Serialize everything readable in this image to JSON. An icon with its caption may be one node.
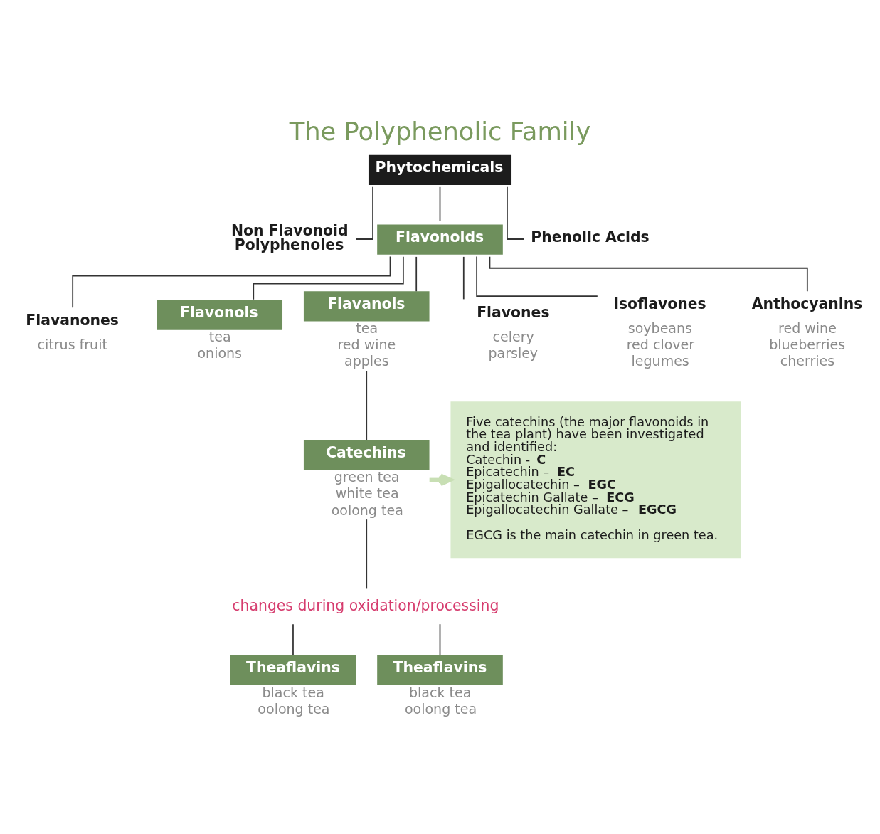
{
  "diagram": {
    "title": "The Polyphenolic Family",
    "nodes": [
      {
        "text": [
          "Phytochemicals"
        ]
      },
      {
        "text": [
          "Non Flavonoid Polyphenoles"
        ]
      },
      {
        "text": [
          "Flavonoids"
        ]
      },
      {
        "text": [
          "Phenolic Acids"
        ]
      },
      {
        "text": [
          "Flavanones"
        ],
        "beside": [
          "citrus fruit"
        ]
      },
      {
        "text": [
          "Flavonols"
        ],
        "beside": [
          "tea",
          "onions"
        ]
      },
      {
        "text": [
          "Flavanols"
        ],
        "beside": [
          "tea",
          "red wine",
          "apples"
        ]
      },
      {
        "text": [
          "Flavones"
        ],
        "beside": [
          "celery",
          "parsley"
        ]
      },
      {
        "text": [
          "Isoflavones"
        ],
        "beside": [
          "soybeans",
          "red clover",
          "legumes"
        ]
      },
      {
        "text": [
          "Anthocyanins"
        ],
        "beside": [
          "red wine",
          "blueberries",
          "cherries"
        ]
      },
      {
        "text": [
          "Catechins"
        ],
        "beside": [
          "green tea",
          "white tea",
          "oolong tea"
        ]
      },
      {
        "text": [
          "changes during oxidation/processing"
        ]
      },
      {
        "text": [
          "Theaflavins"
        ],
        "beside": [
          "black tea",
          "oolong tea"
        ]
      },
      {
        "text": [
          "Theaflavins"
        ],
        "beside": [
          "black tea",
          "oolong tea"
        ]
      },
      {
        "text": [
          "Five catechins (the major flavonoids in the tea plant) have been investigated and identified:",
          "Catechin - **C**",
          "Epicatechin – **EC**",
          "Epigallocatechin – **EGC**",
          "Epicatechin Gallate – **ECG**",
          "Epigallocatechin Gallate – **EGCG**",
          "EGCG is the main catechin in green tea."
        ]
      }
    ],
    "edges": [
      {
        "from": 0,
        "to": 1,
        "arrow": "none"
      },
      {
        "from": 0,
        "to": 2,
        "arrow": "none"
      },
      {
        "from": 0,
        "to": 3,
        "arrow": "none"
      },
      {
        "from": 2,
        "to": 4,
        "arrow": "none"
      },
      {
        "from": 2,
        "to": 5,
        "arrow": "none"
      },
      {
        "from": 2,
        "to": 6,
        "arrow": "none"
      },
      {
        "from": 2,
        "to": 7,
        "arrow": "none"
      },
      {
        "from": 2,
        "to": 8,
        "arrow": "none"
      },
      {
        "from": 2,
        "to": 9,
        "arrow": "none"
      },
      {
        "from": 6,
        "to": 10,
        "arrow": "none"
      },
      {
        "from": 10,
        "to": 11,
        "arrow": "none"
      },
      {
        "from": 11,
        "to": 12,
        "arrow": "none"
      },
      {
        "from": 11,
        "to": 13,
        "arrow": "none"
      },
      {
        "from": 10,
        "to": 14,
        "arrow": "to",
        "style": "thick",
        "color": "#c8dfb4"
      }
    ]
  }
}
